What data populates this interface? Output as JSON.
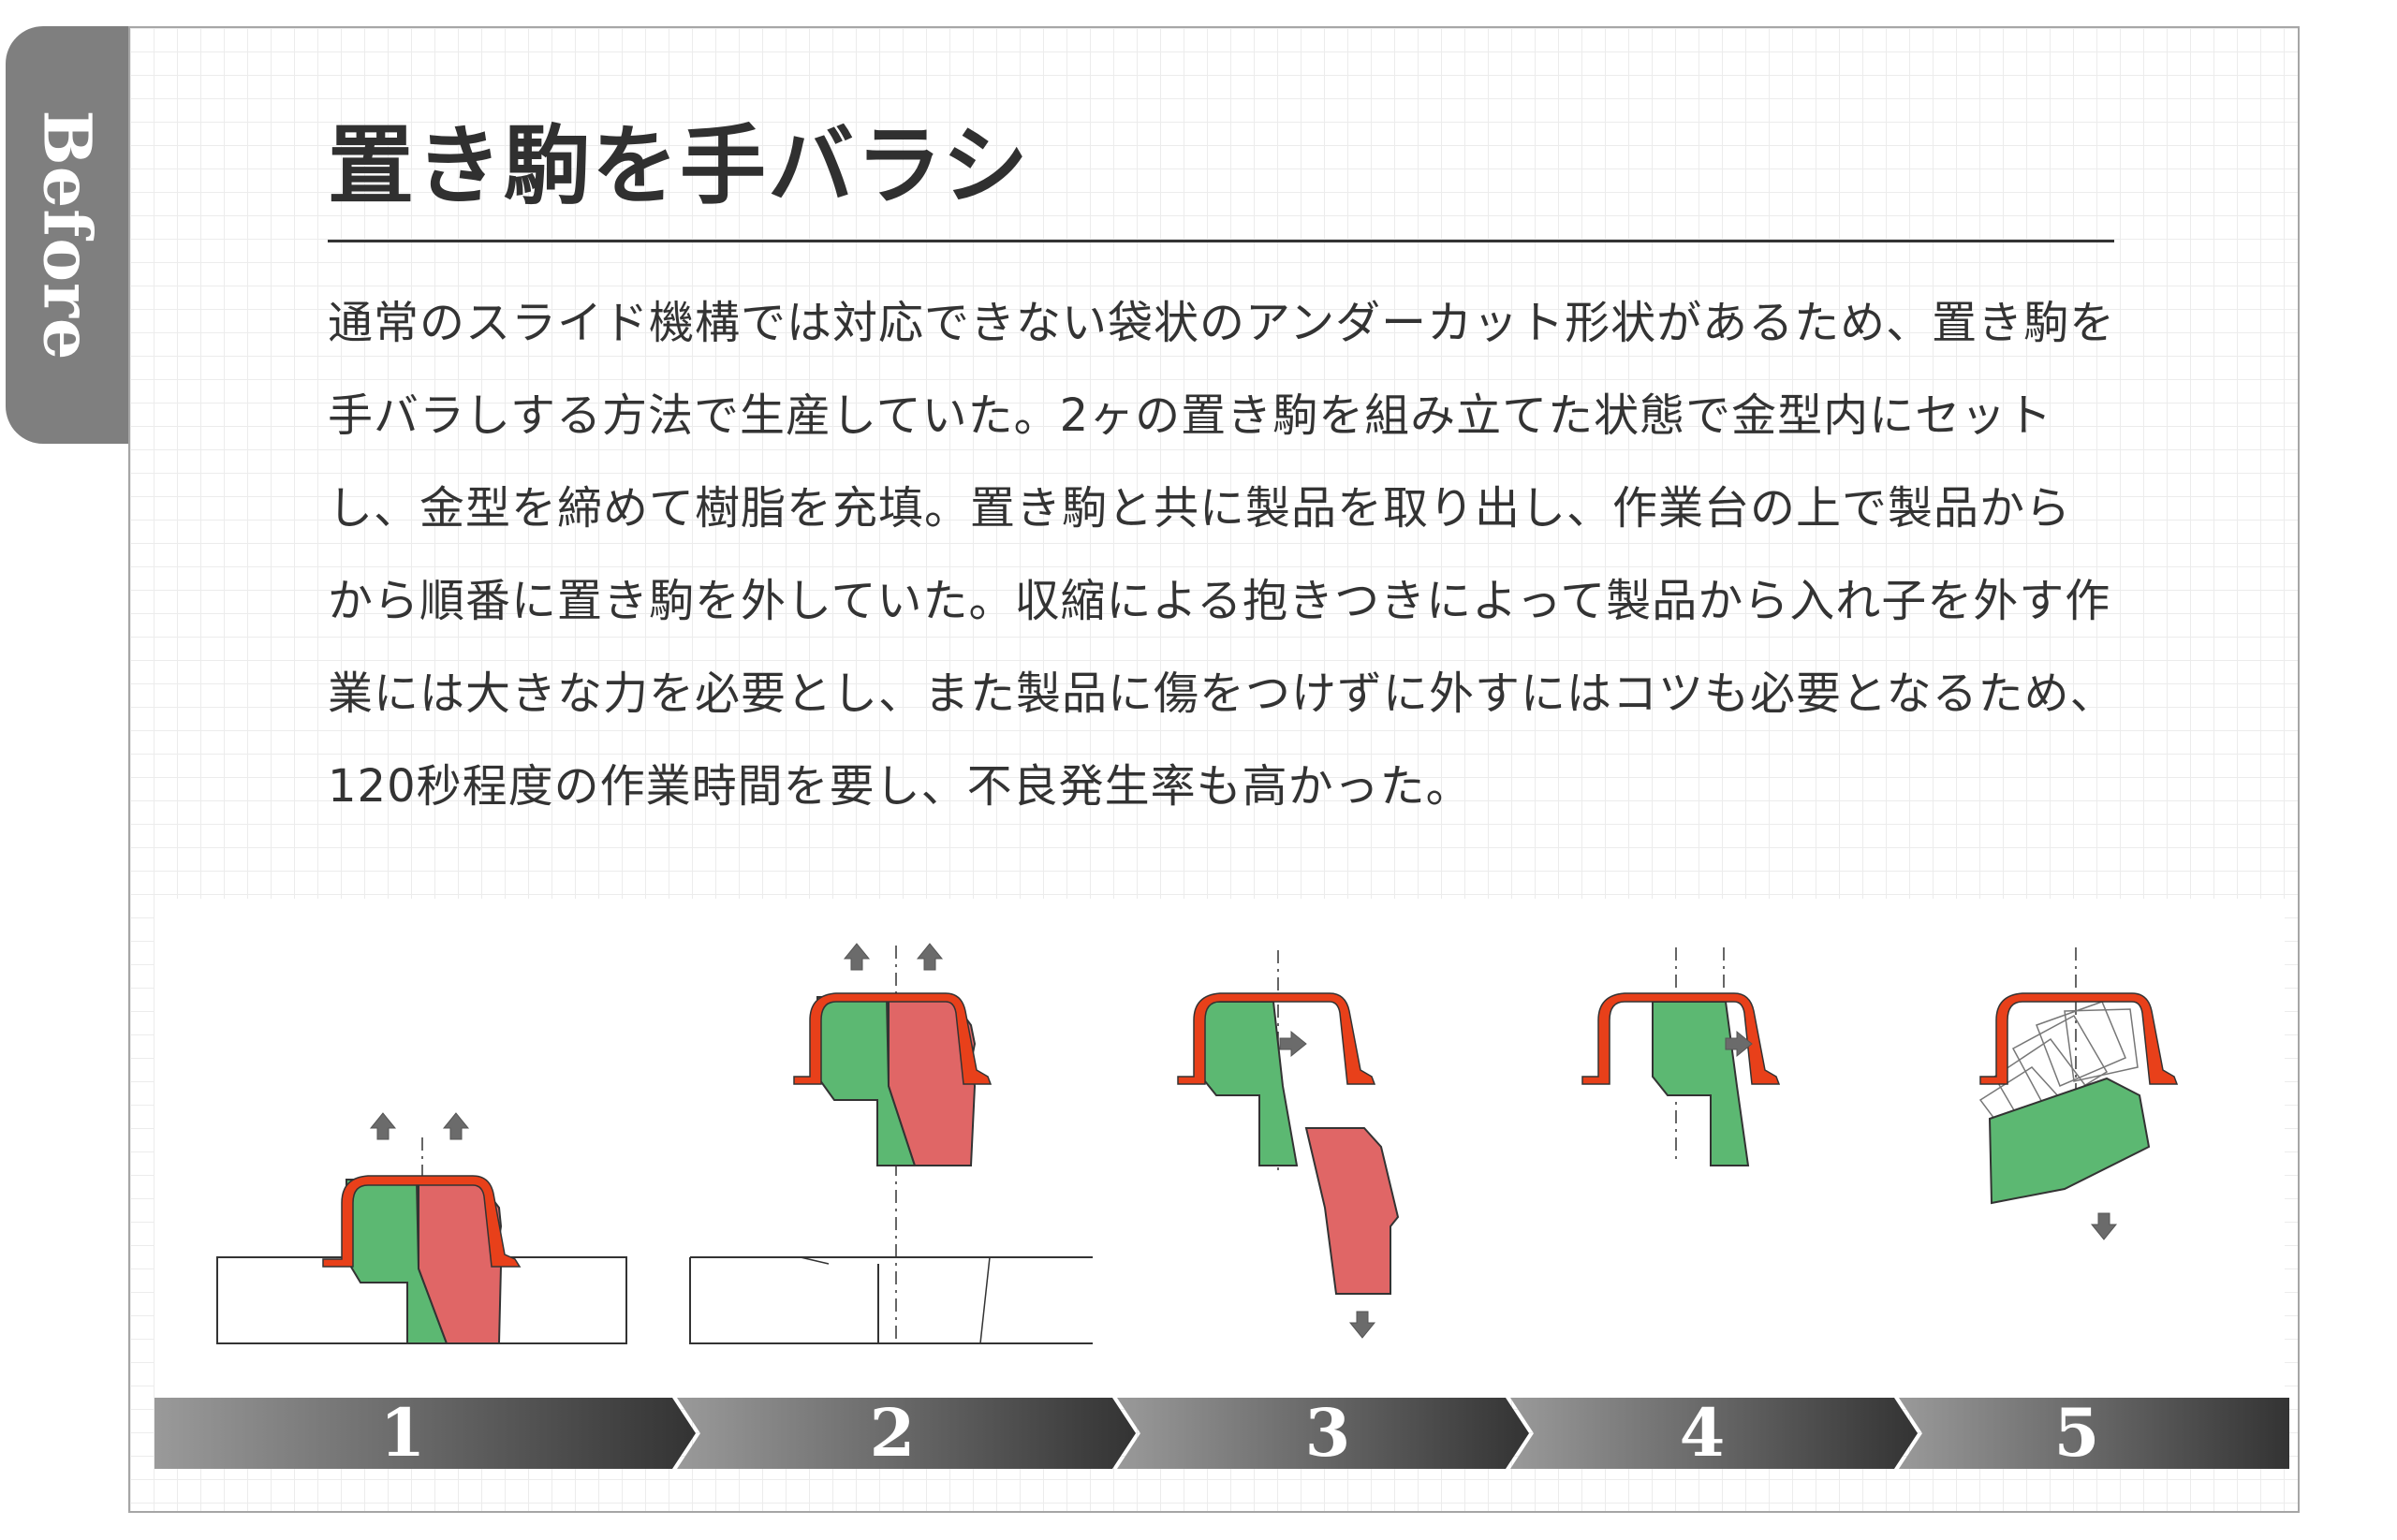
{
  "side_tab": {
    "label": "Before"
  },
  "header": {
    "title": "置き駒を手バラシ"
  },
  "description": "通常のスライド機構では対応できない袋状のアンダーカット形状があるため、置き駒を手バラしする方法で生産していた。2ヶの置き駒を組み立てた状態で金型内にセットし、金型を締めて樹脂を充填。置き駒と共に製品を取り出し、作業台の上で製品からから順番に置き駒を外していた。収縮による抱きつきによって製品から入れ子を外す作業には大きな力を必要とし、また製品に傷をつけずに外すにはコツも必要となるため、120秒程度の作業時間を要し、不良発生率も高かった。",
  "steps": [
    "1",
    "2",
    "3",
    "4",
    "5"
  ],
  "colors": {
    "product_red": "#e06666",
    "insert_green": "#5cb872",
    "mold_orange": "#e8401a",
    "arrow_gray": "#6b6b6b",
    "tab_gray": "#7f7f7f"
  }
}
